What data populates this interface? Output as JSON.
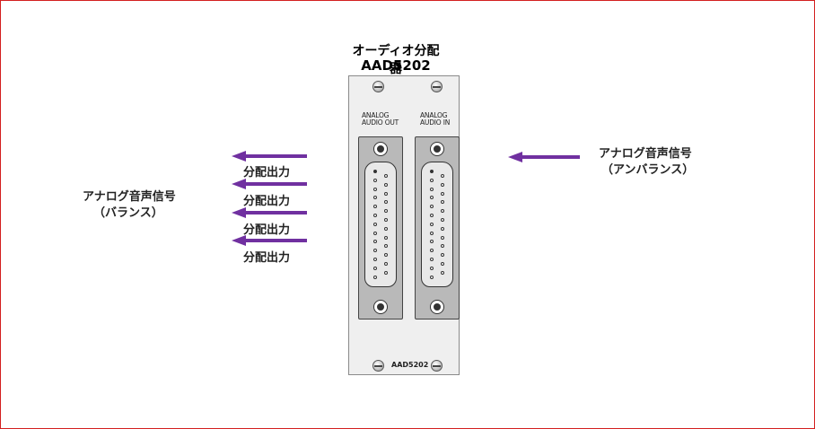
{
  "device": {
    "title": "オーディオ分配器",
    "model": "AAD5202",
    "panel_model": "AAD5202",
    "output_port_label_line1": "ANALOG",
    "output_port_label_line2": "AUDIO OUT",
    "input_port_label_line1": "ANALOG",
    "input_port_label_line2": "AUDIO IN"
  },
  "left_signal": {
    "line1": "アナログ音声信号",
    "line2": "（バランス）"
  },
  "right_signal": {
    "line1": "アナログ音声信号",
    "line2": "（アンバランス）"
  },
  "outputs": [
    "分配出力",
    "分配出力",
    "分配出力",
    "分配出力"
  ],
  "colors": {
    "arrow": "#7030a0",
    "border": "#d32020"
  }
}
